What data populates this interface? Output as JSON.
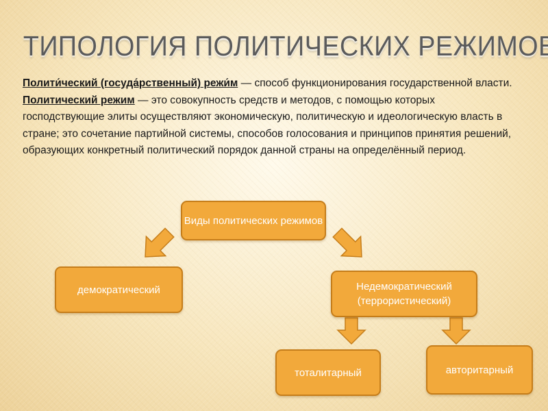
{
  "slide": {
    "title": "ТИПОЛОГИЯ ПОЛИТИЧЕСКИХ РЕЖИМОВ",
    "definition1": {
      "term": "Полити́ческий (госуда́рственный) режи́м",
      "text": " — способ функционирования государственной власти."
    },
    "definition2": {
      "term": "Политический режим",
      "text": " — это совокупность средств и методов, с помощью которых господствующие элиты осуществляют экономическую, политическую и идеологическую власть в стране; это сочетание партийной системы, способов голосования и принципов принятия решений, образующих конкретный политический порядок данной страны на определённый период."
    },
    "diagram": {
      "root": "Виды политических режимов",
      "democratic": "демократический",
      "nondemocratic": "Недемократический (террористический)",
      "totalitarian": "тоталитарный",
      "authoritarian": "авторитарный"
    },
    "colors": {
      "box_fill": "#f2a93b",
      "box_border": "#c57d1a",
      "arrow_fill": "#f2a93b",
      "title_text": "#5b5b5b"
    }
  }
}
